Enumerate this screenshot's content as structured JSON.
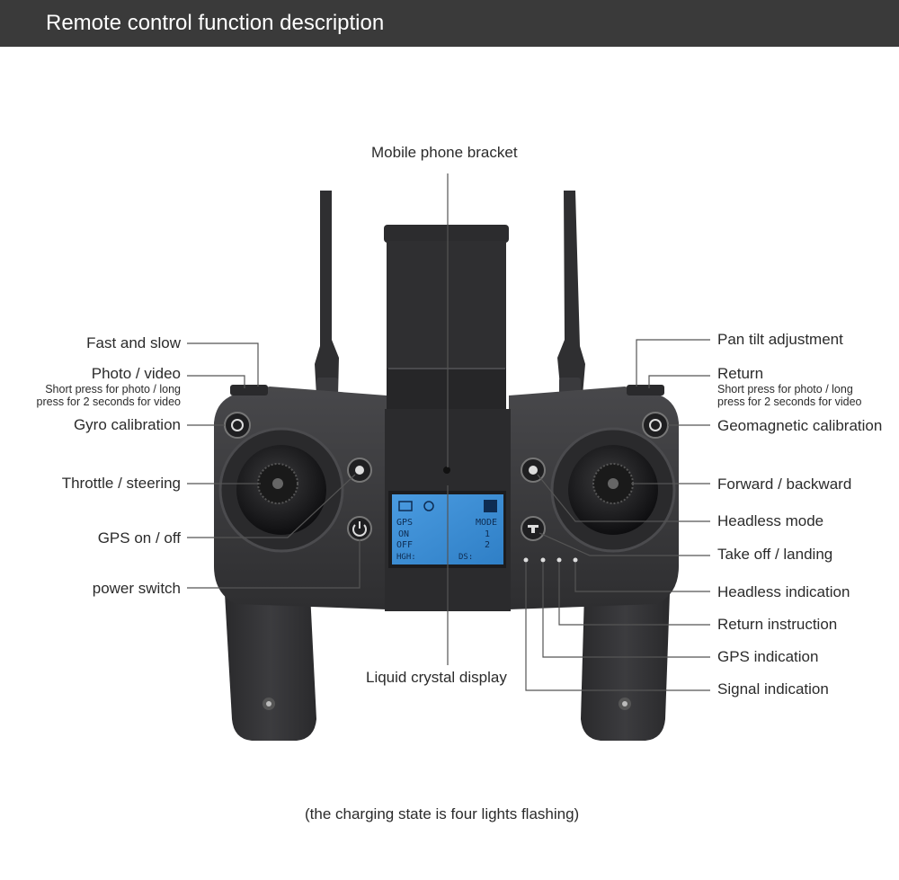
{
  "header": {
    "title": "Remote control function description"
  },
  "labels": {
    "mobile_phone_bracket": "Mobile phone bracket",
    "fast_and_slow": "Fast and slow",
    "photo_video": "Photo / video",
    "photo_video_note_1": "Short press for photo / long",
    "photo_video_note_2": "press for 2 seconds for video",
    "gyro_calibration": "Gyro calibration",
    "throttle_steering": "Throttle / steering",
    "gps_on_off": "GPS on / off",
    "power_switch": "power switch",
    "liquid_crystal_display": "Liquid crystal display",
    "pan_tilt_adjustment": "Pan tilt adjustment",
    "return": "Return",
    "return_note_1": "Short press for photo / long",
    "return_note_2": "press for 2 seconds for video",
    "geomagnetic_calibration": "Geomagnetic calibration",
    "forward_backward": "Forward / backward",
    "headless_mode": "Headless mode",
    "take_off_landing": "Take off / landing",
    "headless_indication": "Headless indication",
    "return_instruction": "Return instruction",
    "gps_indication": "GPS indication",
    "signal_indication": "Signal indication"
  },
  "lcd": {
    "gps": "GPS",
    "mode": "MODE",
    "on": "ON",
    "off": "OFF",
    "mode_1": "1",
    "mode_2": "2",
    "hgh": "HGH:",
    "ds": "DS:"
  },
  "footer": {
    "note": "(the charging state is four lights flashing)"
  },
  "colors": {
    "header_bg": "#3a3a3a",
    "lcd_bg": "#3f8fd6",
    "body_dark": "#3a3a3c"
  }
}
